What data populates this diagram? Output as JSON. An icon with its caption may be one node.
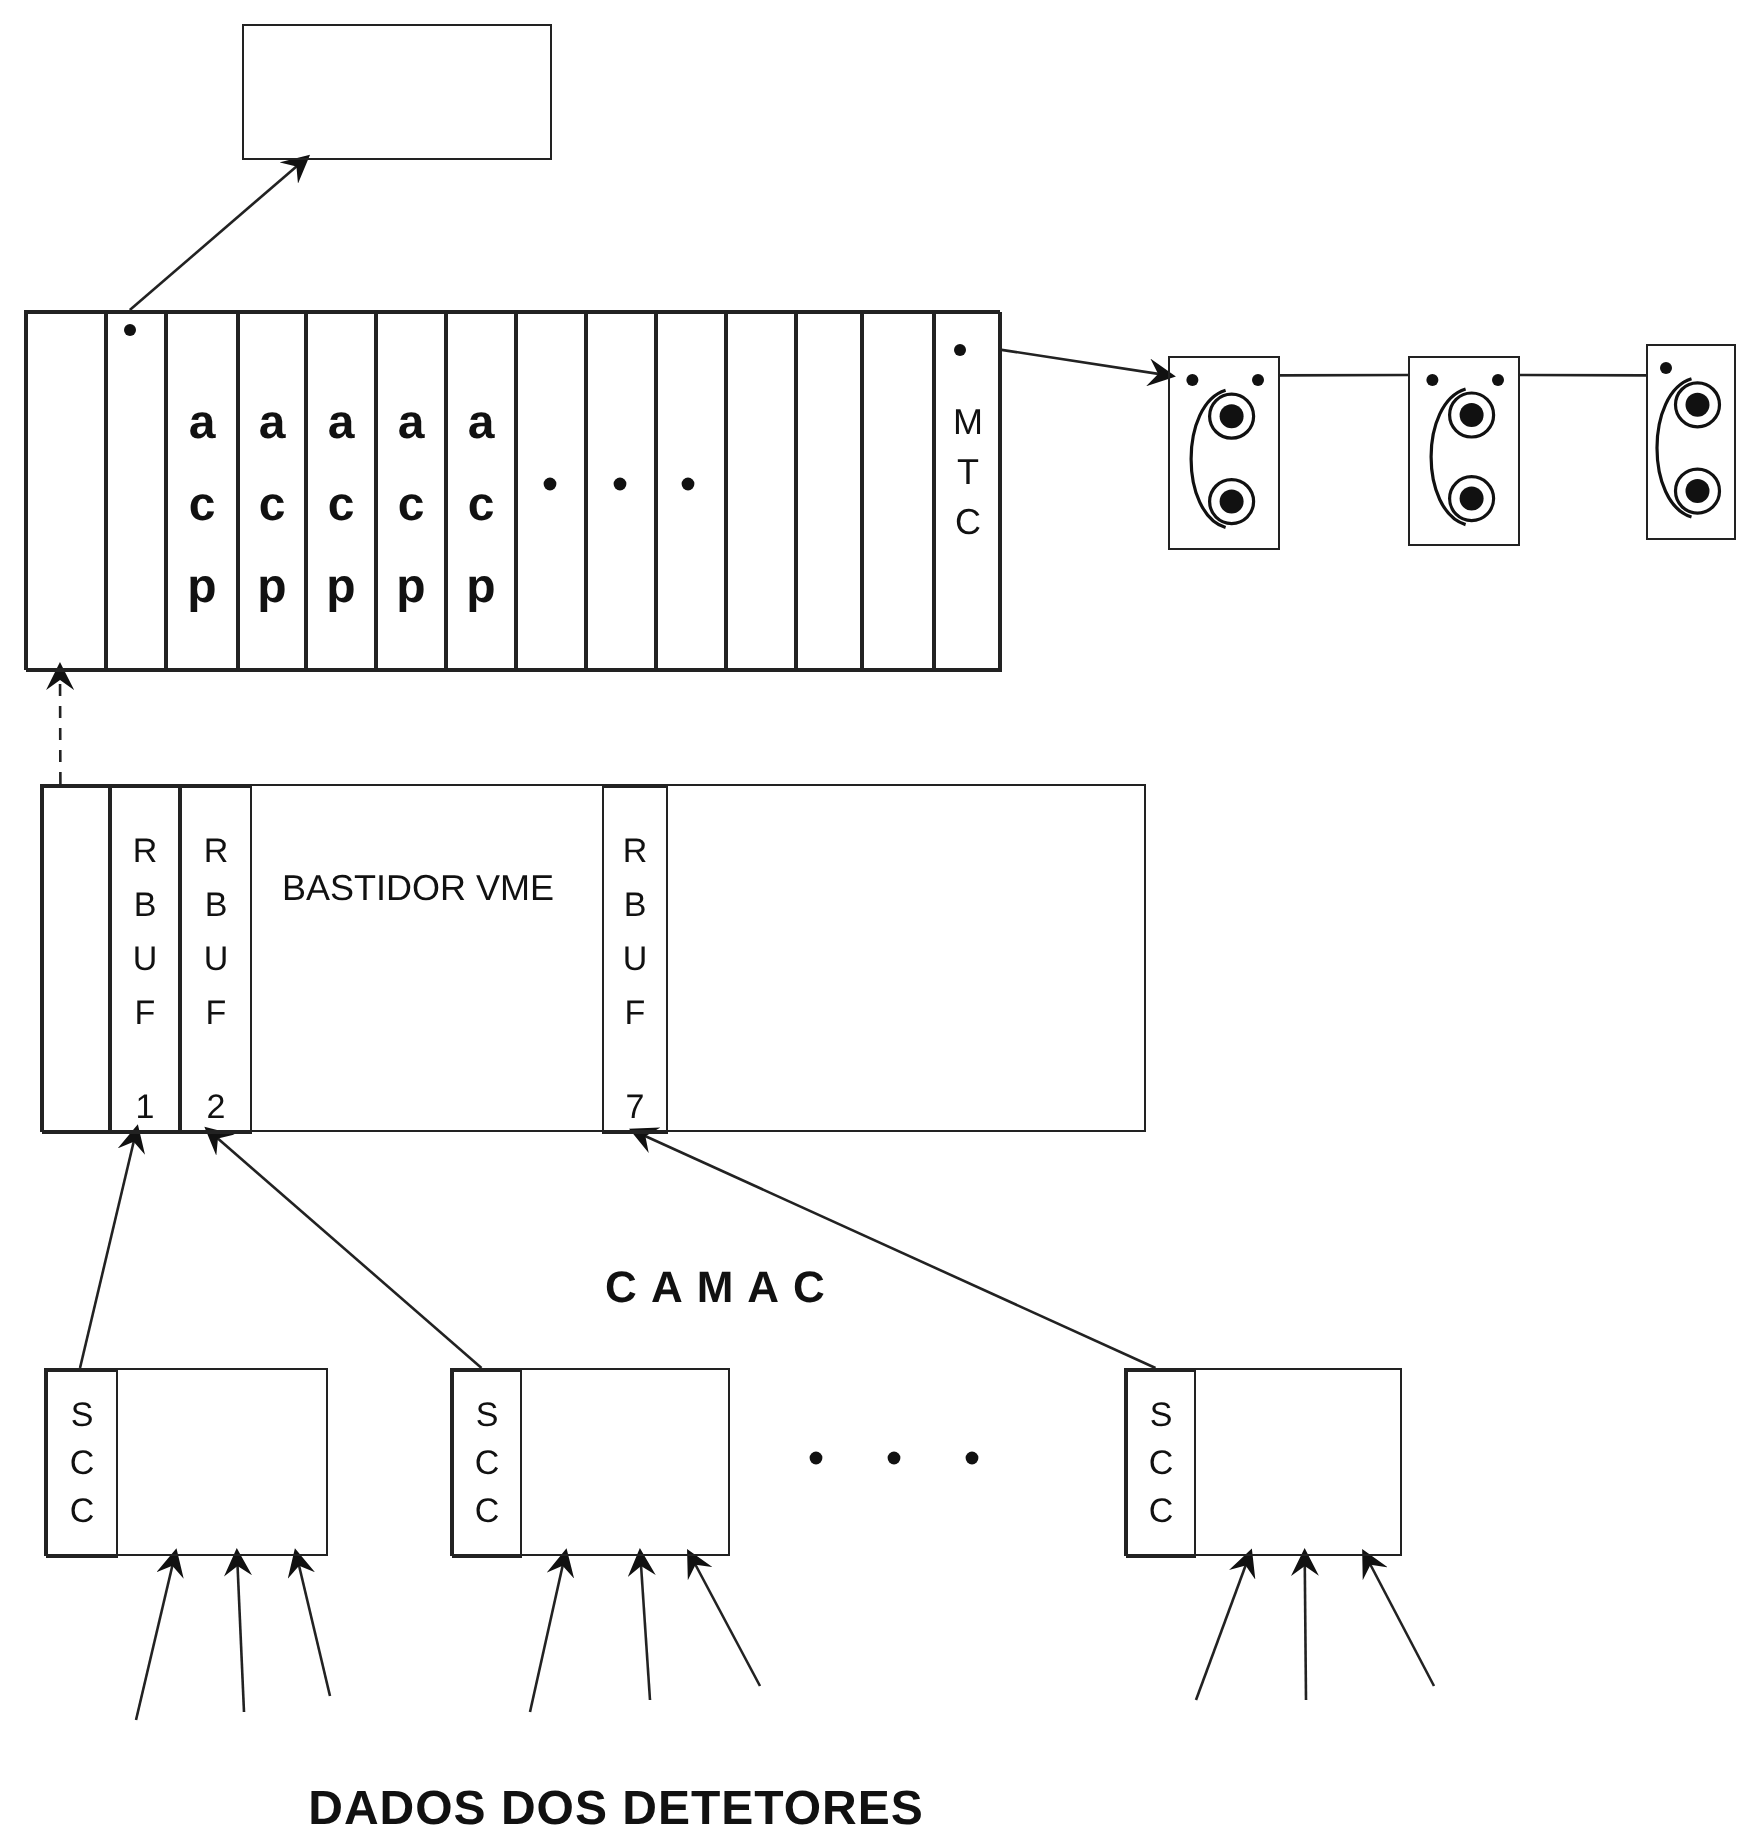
{
  "diagram": {
    "nodes": [
      {
        "text": [],
        "shape": "box"
      },
      {
        "text": [],
        "shape": "box"
      },
      {
        "text": [],
        "shape": "box",
        "in": 1
      },
      {
        "text": [],
        "shape": "box",
        "in": 1
      },
      {
        "text": [
          "acp"
        ],
        "in": 1
      },
      {
        "text": [
          "acp"
        ],
        "in": 1
      },
      {
        "text": [
          "acp"
        ],
        "in": 1
      },
      {
        "text": [
          "acp"
        ],
        "in": 1
      },
      {
        "text": [
          "acp"
        ],
        "in": 1
      },
      {
        "text": [],
        "shape": "box",
        "in": 1
      },
      {
        "text": [],
        "shape": "box",
        "in": 1
      },
      {
        "text": [],
        "shape": "box",
        "in": 1
      },
      {
        "text": [],
        "shape": "box",
        "in": 1
      },
      {
        "text": [],
        "shape": "box",
        "in": 1
      },
      {
        "text": [],
        "shape": "box",
        "in": 1
      },
      {
        "text": [
          "MTC"
        ],
        "in": 1
      },
      {
        "text": [],
        "shape": "picture"
      },
      {
        "text": [],
        "shape": "picture"
      },
      {
        "text": [],
        "shape": "picture"
      },
      {
        "text": [
          "BASTIDOR VME"
        ]
      },
      {
        "text": [],
        "shape": "box",
        "in": 19
      },
      {
        "text": [
          "RBUF",
          "1"
        ],
        "in": 19
      },
      {
        "text": [
          "RBUF",
          "2"
        ],
        "in": 19
      },
      {
        "text": [
          "RBUF",
          "7"
        ],
        "in": 19
      },
      {
        "text": [],
        "shape": "box"
      },
      {
        "text": [
          "SCC"
        ],
        "in": 24
      },
      {
        "text": [],
        "shape": "box"
      },
      {
        "text": [
          "SCC"
        ],
        "in": 26
      },
      {
        "text": [],
        "shape": "box"
      },
      {
        "text": [
          "SCC"
        ],
        "in": 28
      }
    ],
    "edges": [
      {
        "from": 3,
        "to": 0,
        "arrow": "to"
      },
      {
        "from": 15,
        "to": 16,
        "arrow": "to"
      },
      {
        "from": 16,
        "to": 17,
        "arrow": "none"
      },
      {
        "from": 17,
        "to": 18,
        "arrow": "none"
      },
      {
        "from": 20,
        "to": 2,
        "arrow": "to",
        "style": "dashed"
      },
      {
        "from": 25,
        "to": 21,
        "arrow": "to"
      },
      {
        "from": 27,
        "to": 22,
        "arrow": "to"
      },
      {
        "from": 29,
        "to": 23,
        "arrow": "to"
      },
      {
        "from": null,
        "to": 24,
        "arrow": "to"
      },
      {
        "from": null,
        "to": 24,
        "arrow": "to"
      },
      {
        "from": null,
        "to": 24,
        "arrow": "to"
      },
      {
        "from": null,
        "to": 26,
        "arrow": "to"
      },
      {
        "from": null,
        "to": 26,
        "arrow": "to"
      },
      {
        "from": null,
        "to": 26,
        "arrow": "to"
      },
      {
        "from": null,
        "to": 28,
        "arrow": "to"
      },
      {
        "from": null,
        "to": 28,
        "arrow": "to"
      },
      {
        "from": null,
        "to": 28,
        "arrow": "to"
      }
    ],
    "labels": [
      "CAMAC",
      "DADOS DOS DETETORES"
    ]
  }
}
